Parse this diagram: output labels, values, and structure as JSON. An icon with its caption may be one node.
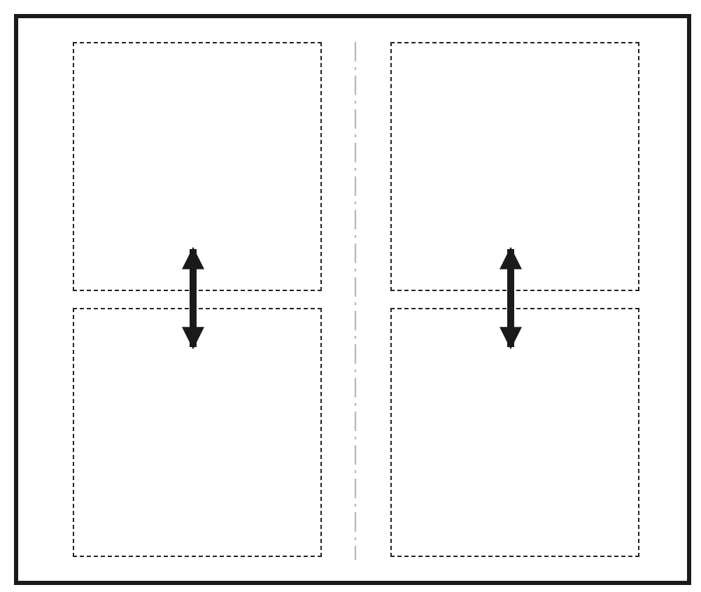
{
  "diagram": {
    "nodes": [
      {
        "text": [],
        "shape": "box"
      },
      {
        "text": [],
        "shape": "box",
        "in": 0
      },
      {
        "text": [],
        "shape": "box",
        "in": 0
      },
      {
        "text": [],
        "shape": "box",
        "in": 0
      },
      {
        "text": [],
        "shape": "box",
        "in": 0
      }
    ],
    "edges": [
      {
        "from": 1,
        "to": 2,
        "arrow": "both"
      },
      {
        "from": 3,
        "to": 4,
        "arrow": "both"
      }
    ]
  }
}
